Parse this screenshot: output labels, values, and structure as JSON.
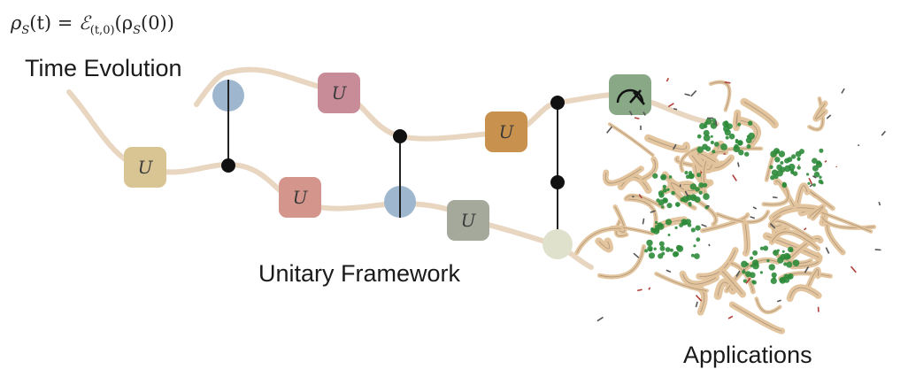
{
  "formula": {
    "lhs": "ρ",
    "lhs_sub": "S",
    "lhs_arg": "(t) = ",
    "channel": "ℰ",
    "channel_sub": "(t,0)",
    "rhs": "(ρ",
    "rhs_sub": "S",
    "rhs_arg": "(0))"
  },
  "labels": {
    "time_evolution": "Time Evolution",
    "unitary_framework": "Unitary Framework",
    "applications": "Applications"
  },
  "gates": [
    {
      "symbol": "U",
      "color": "#d9c594"
    },
    {
      "symbol": "U",
      "color": "#c88c98"
    },
    {
      "symbol": "U",
      "color": "#d3958c"
    },
    {
      "symbol": "U",
      "color": "#c9914e"
    },
    {
      "symbol": "U",
      "color": "#a4a99b"
    }
  ],
  "measurement": {
    "icon": "measurement-meter-icon",
    "color": "#88a886"
  },
  "colors": {
    "wire": "#e8d6c1",
    "control_dot": "#111111",
    "target_blue": "#9fb6cf",
    "target_pale": "#dfe1cc",
    "protein_ribbon": "#e2c39b",
    "protein_helix": "#2e8b3a"
  }
}
